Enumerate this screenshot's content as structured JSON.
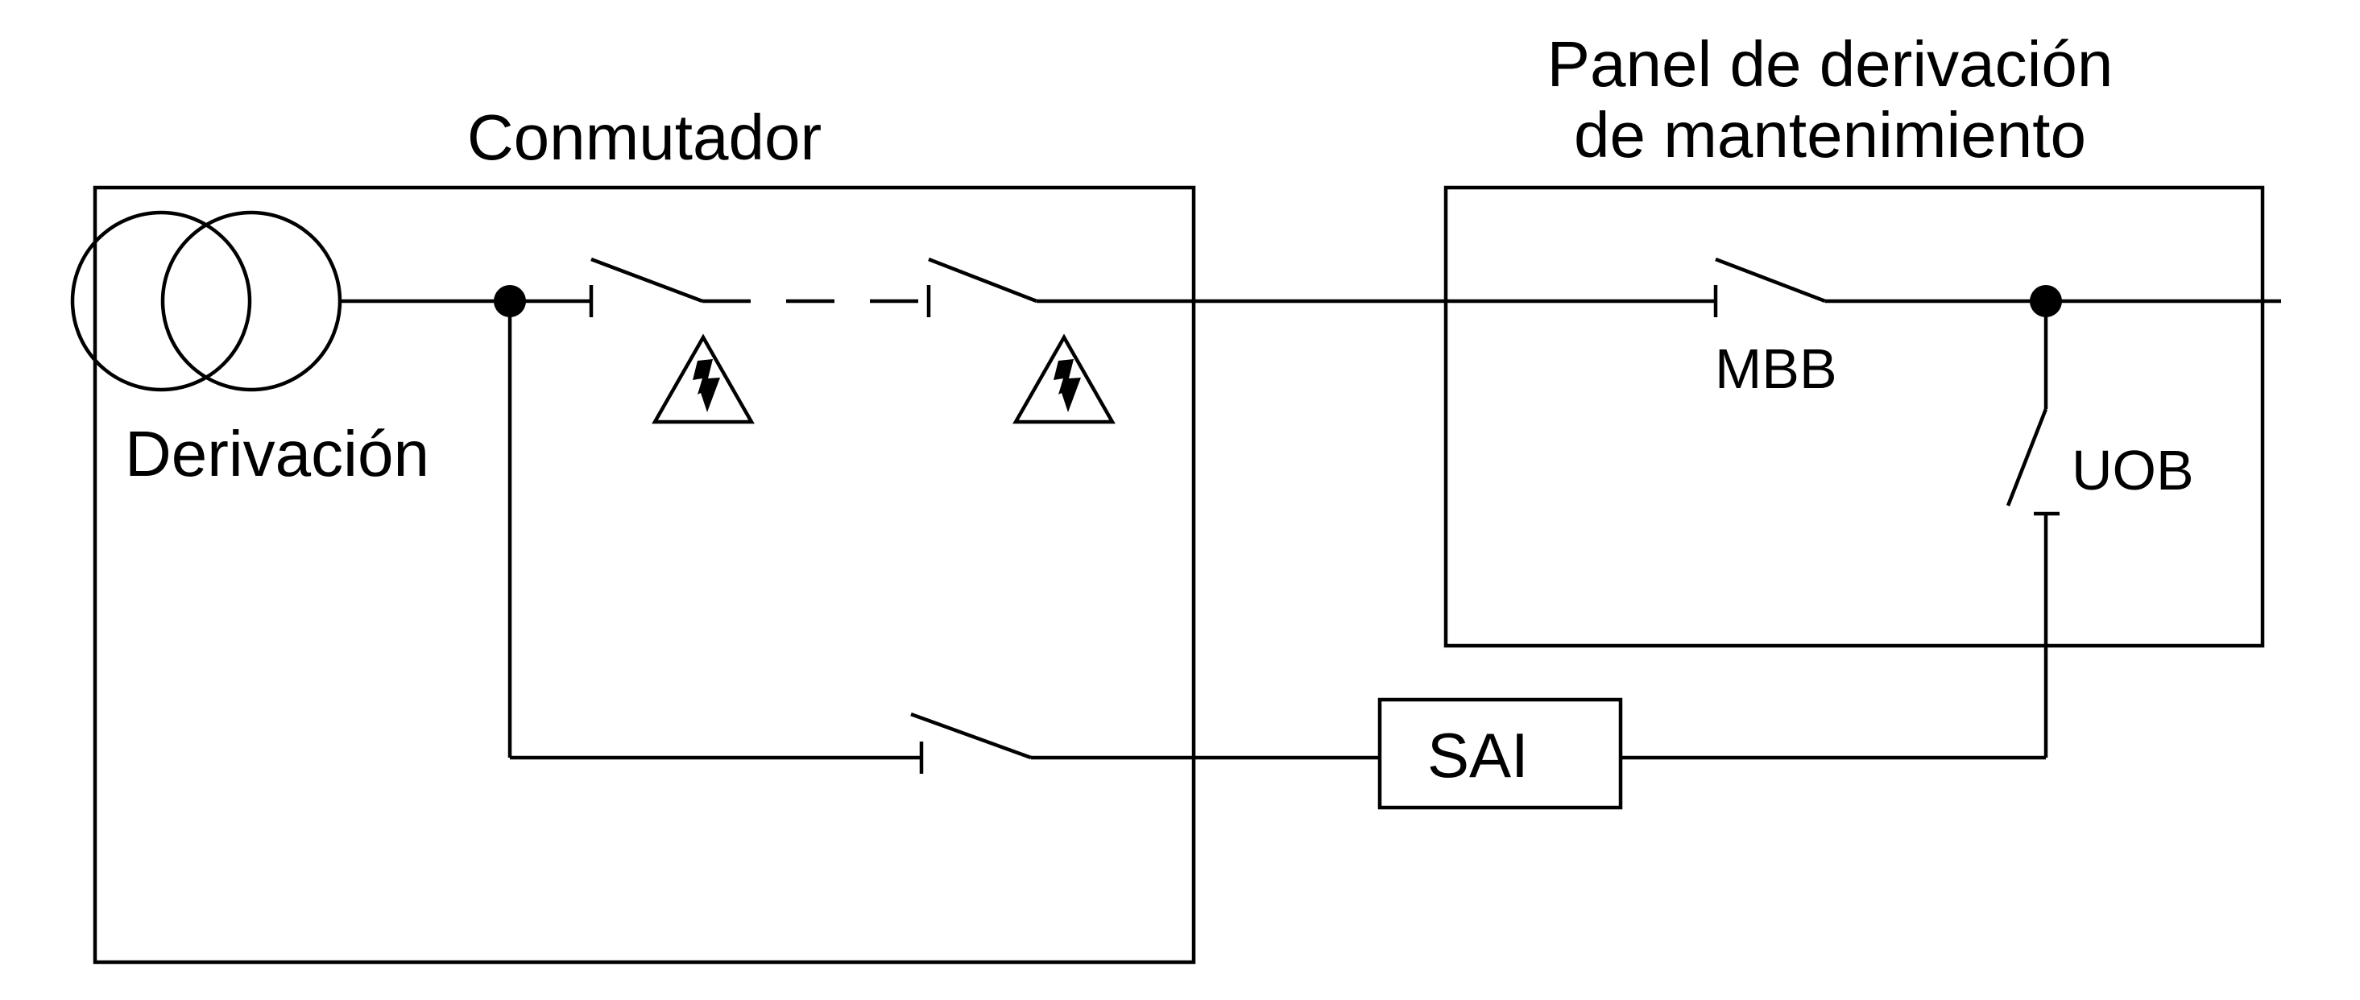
{
  "labels": {
    "conmutador": "Conmutador",
    "panel_line1": "Panel de derivación",
    "panel_line2": "de mantenimiento",
    "derivacion": "Derivación",
    "mbb": "MBB",
    "uob": "UOB",
    "sai": "SAI"
  },
  "icons": {
    "transformer": "transformer-icon",
    "hazard": "high-voltage-warning-icon"
  },
  "colors": {
    "line": "#000000",
    "background": "#ffffff"
  }
}
